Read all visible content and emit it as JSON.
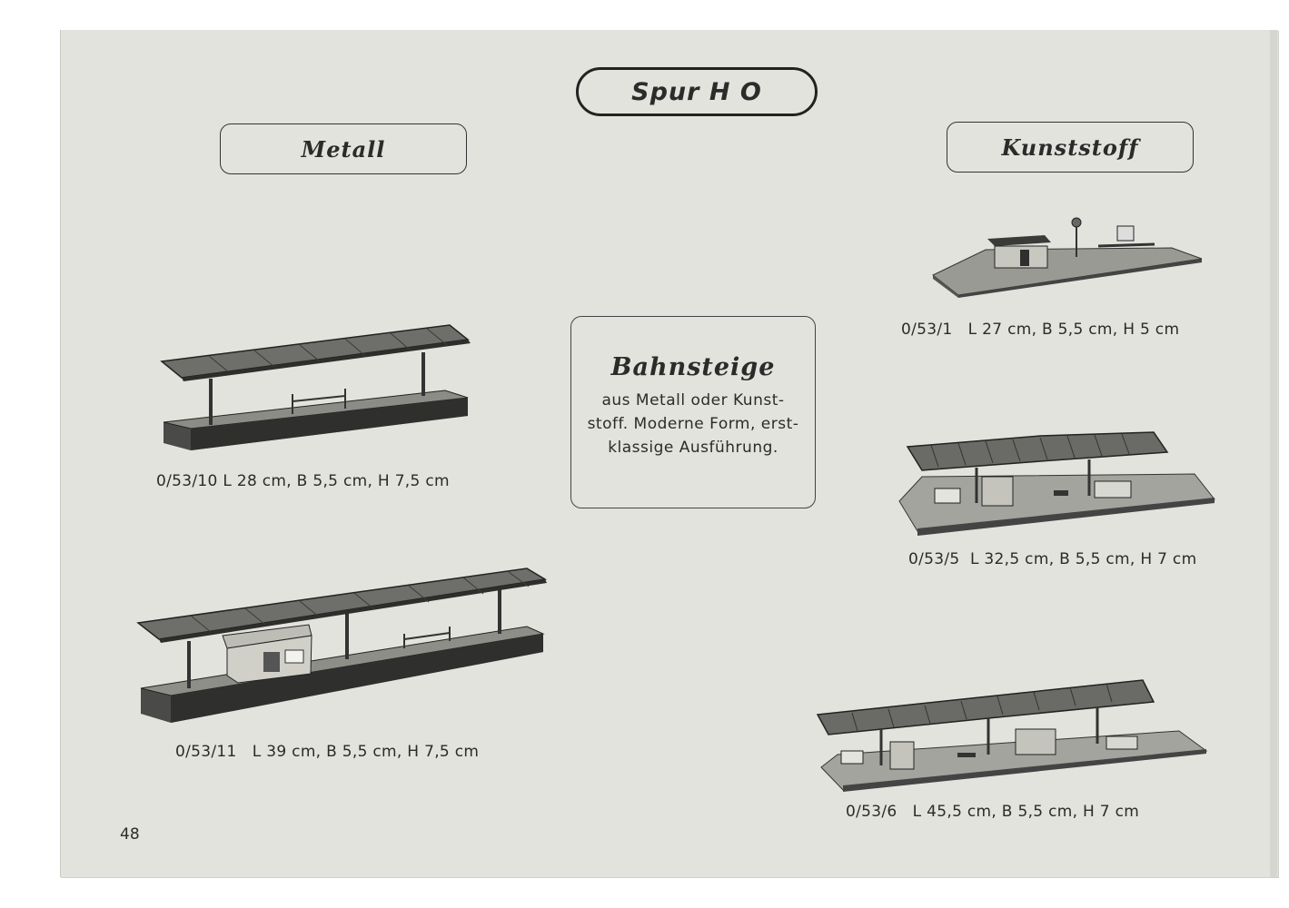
{
  "header": {
    "title": "Spur H O"
  },
  "sections": {
    "left_label": "Metall",
    "right_label": "Kunststoff"
  },
  "info": {
    "title": "Bahnsteige",
    "lines": [
      "aus Metall oder Kunst-",
      "stoff. Moderne Form, erst-",
      "klassige Ausführung."
    ]
  },
  "products": [
    {
      "code": "0/53/10",
      "dims": "L 28 cm, B 5,5 cm, H 7,5 cm",
      "image": "metal-platform-small-illustration"
    },
    {
      "code": "0/53/11",
      "dims": "L 39 cm, B 5,5 cm, H 7,5 cm",
      "image": "metal-platform-with-kiosk-illustration"
    },
    {
      "code": "0/53/1",
      "dims": "L 27 cm, B 5,5 cm, H 5 cm",
      "image": "plastic-platform-with-shed-illustration"
    },
    {
      "code": "0/53/5",
      "dims": "L 32,5 cm, B 5,5 cm, H 7 cm",
      "image": "plastic-platform-roofed-illustration"
    },
    {
      "code": "0/53/6",
      "dims": "L 45,5 cm, B 5,5 cm, H 7 cm",
      "image": "plastic-platform-long-illustration"
    }
  ],
  "page_number": "48"
}
